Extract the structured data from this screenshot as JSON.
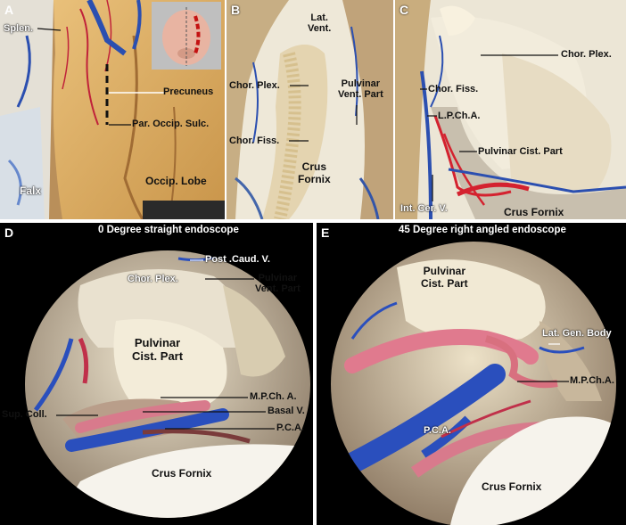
{
  "panels": {
    "A": {
      "letter": "A",
      "labels": {
        "splen": "Splen.",
        "precuneus": "Precuneus",
        "par_occip_sulc": "Par. Occip. Sulc.",
        "falx": "Falx",
        "occip_lobe": "Occip. Lobe"
      }
    },
    "B": {
      "letter": "B",
      "labels": {
        "lat_vent": "Lat.\nVent.",
        "chor_plex": "Chor. Plex.",
        "pulvinar_vent_part": "Pulvinar\nVent. Part",
        "chor_fiss": "Chor. Fiss.",
        "crus_fornix": "Crus\nFornix"
      }
    },
    "C": {
      "letter": "C",
      "labels": {
        "chor_plex": "Chor. Plex.",
        "chor_fiss": "Chor. Fiss.",
        "lpcha": "L.P.Ch.A.",
        "pulvinar_cist_part": "Pulvinar Cist. Part",
        "int_cer_v": "Int. Cer. V.",
        "crus_fornix": "Crus Fornix"
      }
    },
    "D": {
      "letter": "D",
      "caption": "0 Degree straight endoscope",
      "labels": {
        "post_caud_v": "Post .Caud. V.",
        "chor_plex": "Chor. Plex.",
        "pulvinar_vent_part": "Pulvinar\nVent. Part",
        "pulvinar_cist_part": "Pulvinar\nCist. Part",
        "mpcha": "M.P.Ch. A.",
        "basal_v": "Basal V.",
        "sup_coll": "Sup. Coll.",
        "pca": "P.C.A.",
        "crus_fornix": "Crus Fornix"
      }
    },
    "E": {
      "letter": "E",
      "caption": "45 Degree right angled endoscope",
      "labels": {
        "pulvinar_cist_part": "Pulvinar\nCist. Part",
        "lat_gen_body": "Lat. Gen. Body",
        "mpcha": "M.P.Ch.A.",
        "pca": "P.C.A.",
        "crus_fornix": "Crus Fornix"
      }
    }
  }
}
